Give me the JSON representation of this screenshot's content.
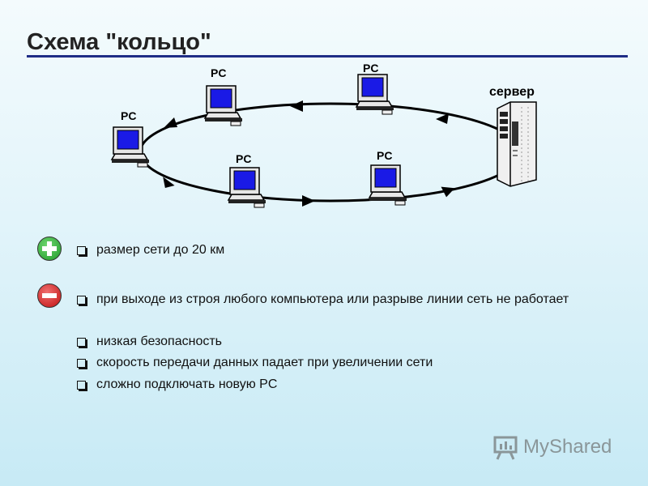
{
  "title": "Схема \"кольцо\"",
  "diagram": {
    "pc_label": "PC",
    "server_label": "сервер"
  },
  "advantages": [
    "размер сети до 20 км"
  ],
  "disadvantages": [
    "при выходе из строя любого компьютера или разрыве линии сеть не работает",
    "низкая безопасность",
    "скорость передачи данных падает при увеличении сети",
    "сложно подключать новую PC"
  ],
  "icons": {
    "advantage": "plus-icon",
    "disadvantage": "minus-icon",
    "bullet": "checkbox-bullet-icon",
    "pc": "computer-icon",
    "server": "server-rack-icon"
  },
  "colors": {
    "title_rule": "#1f2d86",
    "plus": "#1f9a2a",
    "minus": "#c01010",
    "screen": "#1a1ae6"
  },
  "watermark": "MyShared"
}
